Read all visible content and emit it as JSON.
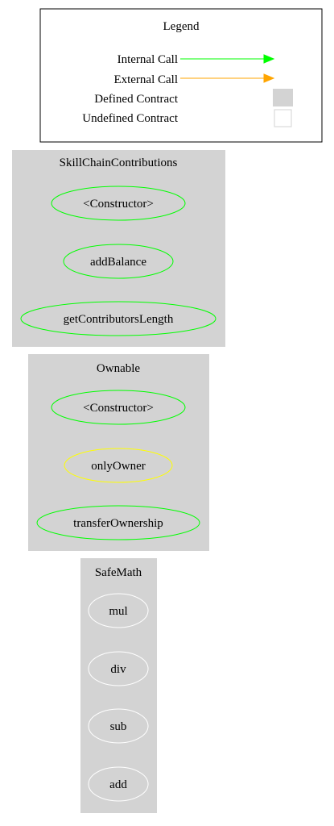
{
  "colors": {
    "background": "#ffffff",
    "cluster_fill": "#d3d3d3",
    "internal_call": "#00ff00",
    "external_call": "#ffa500",
    "node_green": "#00ff00",
    "node_yellow": "#ffff00",
    "node_white": "#ffffff",
    "legend_border": "#000000",
    "undefined_box_border": "#d3d3d3"
  },
  "legend": {
    "title": "Legend",
    "internal_call": "Internal Call",
    "external_call": "External Call",
    "defined_contract": "Defined Contract",
    "undefined_contract": "Undefined Contract"
  },
  "clusters": [
    {
      "name": "SkillChainContributions",
      "functions": [
        {
          "label": "<Constructor>",
          "color": "green"
        },
        {
          "label": "addBalance",
          "color": "green"
        },
        {
          "label": "getContributorsLength",
          "color": "green"
        }
      ]
    },
    {
      "name": "Ownable",
      "functions": [
        {
          "label": "<Constructor>",
          "color": "green"
        },
        {
          "label": "onlyOwner",
          "color": "yellow"
        },
        {
          "label": "transferOwnership",
          "color": "green"
        }
      ]
    },
    {
      "name": "SafeMath",
      "functions": [
        {
          "label": "mul",
          "color": "white"
        },
        {
          "label": "div",
          "color": "white"
        },
        {
          "label": "sub",
          "color": "white"
        },
        {
          "label": "add",
          "color": "white"
        }
      ]
    }
  ]
}
